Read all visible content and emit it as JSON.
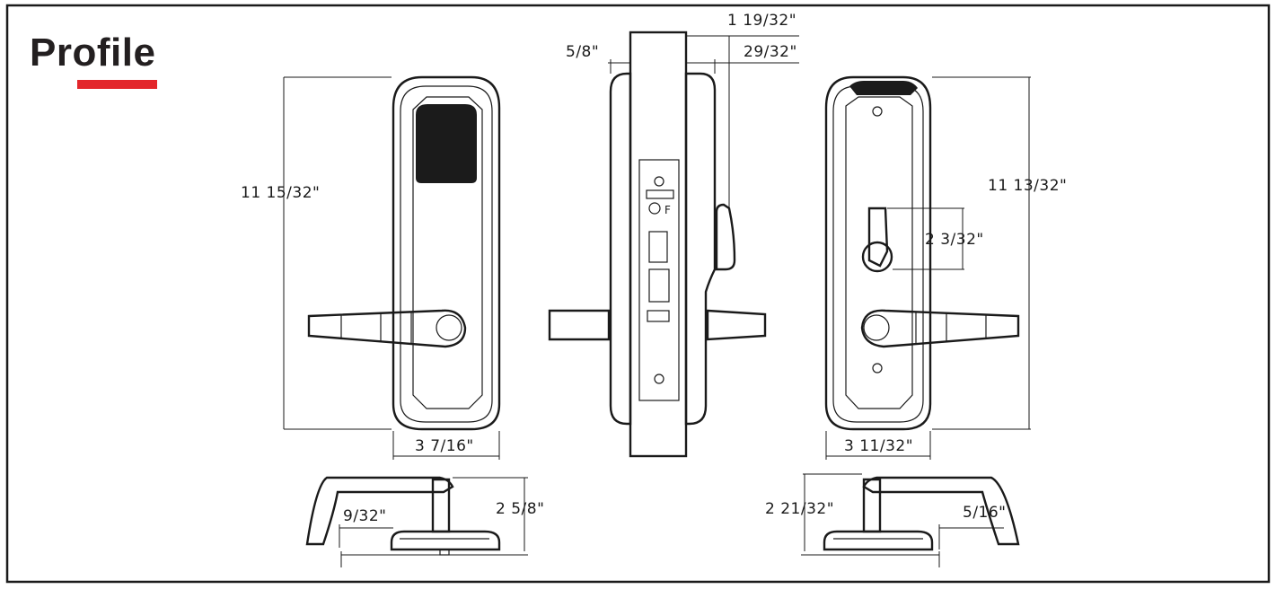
{
  "title": "Profile",
  "colors": {
    "accent": "#e3262b",
    "ink": "#1a1a1a",
    "reader": "#1b1b1b"
  },
  "dimensions": {
    "front_height": "11  15/32\"",
    "front_width": "3  7/16\"",
    "side_thickness": "1  19/32\"",
    "side_door_offset": "5/8\"",
    "side_backset": "29/32\"",
    "back_height": "11  13/32\"",
    "back_thumbturn": "2  3/32\"",
    "back_width": "3  11/32\"",
    "lever_left_projection": "2  5/8\"",
    "lever_left_gap": "9/32\"",
    "lever_right_projection": "2  21/32\"",
    "lever_right_gap": "5/16\""
  }
}
